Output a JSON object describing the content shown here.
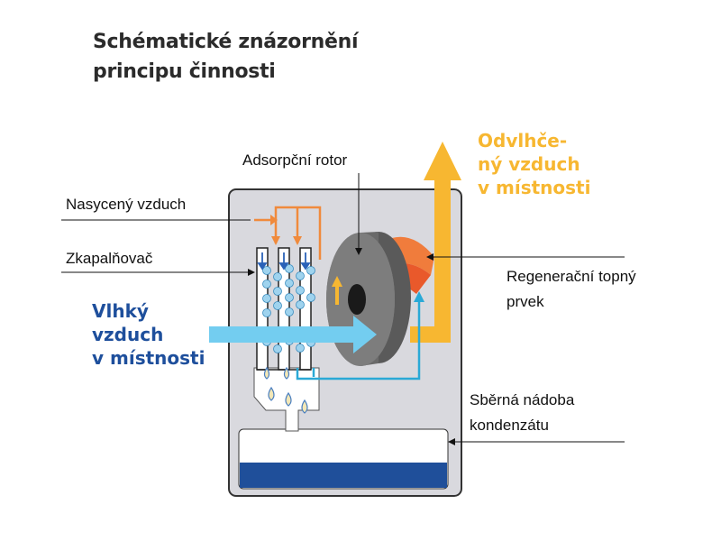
{
  "title": {
    "line1": "Schématické znázornění",
    "line2": "principu činnosti"
  },
  "labels": {
    "adsorption_rotor": "Adsorpční rotor",
    "saturated_air": "Nasycený vzduch",
    "condenser": "Zkapalňovač",
    "heating_element_line1": "Regenerační topný",
    "heating_element_line2": "prvek",
    "tank_line1": "Sběrná nádoba",
    "tank_line2": "kondenzátu"
  },
  "humid_air": {
    "line1": "Vlhký",
    "line2": "vzduch",
    "line3": "v místnosti"
  },
  "dry_air": {
    "line1": "Odvlhče-",
    "line2": "ný vzduch",
    "line3": "v místnosti"
  },
  "colors": {
    "housing": "#d9d9de",
    "humid_blue": "#1e4f9c",
    "dry_yellow": "#f7b731",
    "saturated_orange": "#f08a3c",
    "tank_water": "#1f4f9a",
    "rotor_gray": "#7d7d7d",
    "pipe_blue": "#2aa9d6"
  }
}
